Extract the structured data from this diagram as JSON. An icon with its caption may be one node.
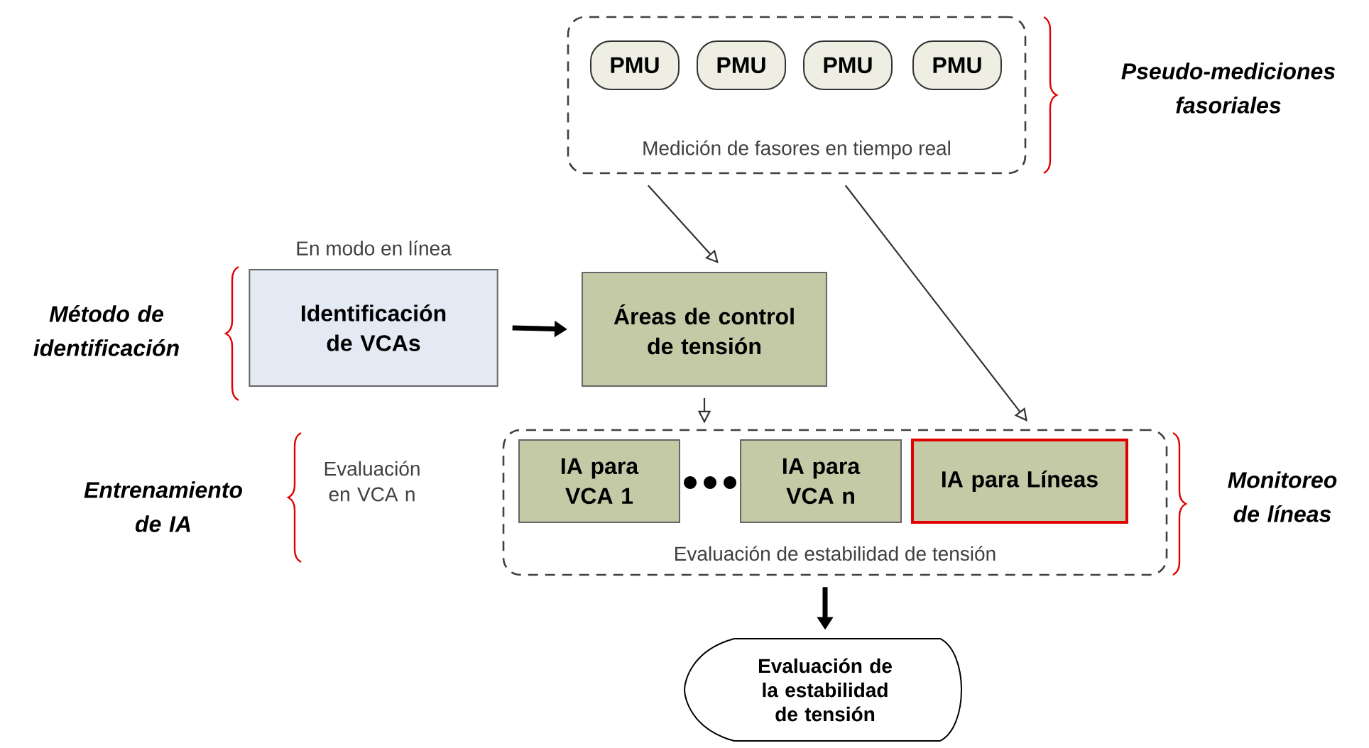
{
  "diagram": {
    "nodes": [
      {
        "text": [
          "Medición de fasores en tiempo real"
        ]
      },
      {
        "text": [
          "PMU"
        ],
        "in": 0
      },
      {
        "text": [
          "PMU"
        ],
        "in": 0
      },
      {
        "text": [
          "PMU"
        ],
        "in": 0
      },
      {
        "text": [
          "PMU"
        ],
        "in": 0
      },
      {
        "text": [
          "Identificación de VCAs"
        ],
        "beside": [
          "En modo en línea"
        ]
      },
      {
        "text": [
          "Áreas de control de tensión"
        ]
      },
      {
        "text": [
          "Evaluación de estabilidad de tensión"
        ]
      },
      {
        "text": [
          "IA para VCA 1"
        ],
        "in": 7
      },
      {
        "text": [
          "IA para VCA n"
        ],
        "in": 7
      },
      {
        "text": [
          "IA para Líneas"
        ],
        "in": 7
      },
      {
        "text": [
          "Evaluación de la estabilidad de tensión"
        ]
      }
    ],
    "edges": [
      {
        "from": 0,
        "to": 6,
        "arrow": "to"
      },
      {
        "from": 0,
        "to": 10,
        "arrow": "to"
      },
      {
        "from": 5,
        "to": 6,
        "arrow": "to",
        "style": "thick"
      },
      {
        "from": 6,
        "to": 7,
        "arrow": "to"
      },
      {
        "from": 7,
        "to": 11,
        "arrow": "to",
        "style": "thick"
      }
    ],
    "labels": [
      "Pseudo-mediciones fasoriales",
      "Método de identificación",
      "Evaluación en VCA n",
      "Entrenamiento de IA",
      "Monitoreo de líneas"
    ]
  }
}
